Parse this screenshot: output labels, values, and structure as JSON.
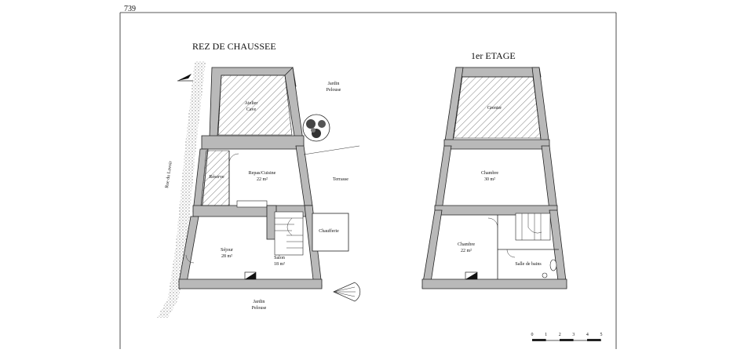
{
  "sheet": {
    "number": "739"
  },
  "ground_floor": {
    "title": "REZ DE CHAUSSEE",
    "rooms": {
      "atelier": {
        "line1": "Atelier",
        "line2": "Cave"
      },
      "reserve": {
        "line1": "Réserve"
      },
      "repas": {
        "line1": "Repas/Cuisine",
        "line2": "22 m²"
      },
      "sejour": {
        "line1": "Séjour",
        "line2": "28 m²"
      },
      "salon": {
        "line1": "Salon",
        "line2": "18 m²"
      },
      "chaufferie": {
        "line1": "Chaufferie"
      }
    },
    "outside": {
      "jardin_top": {
        "line1": "Jardin",
        "line2": "Pelouse"
      },
      "terrasse": "Terrasse",
      "jardin_bottom": {
        "line1": "Jardin",
        "line2": "Pelouse"
      },
      "street": "Rue du Lavoir"
    }
  },
  "first_floor": {
    "title": "1er ETAGE",
    "rooms": {
      "grenier": {
        "line1": "Grenier"
      },
      "chambre1": {
        "line1": "Chambre",
        "line2": "30 m²"
      },
      "chambre2": {
        "line1": "Chambre",
        "line2": "22 m²"
      },
      "sdb": {
        "line1": "Salle de bains"
      }
    }
  },
  "scale_bar": {
    "ticks": [
      "0",
      "1",
      "2",
      "3",
      "4",
      "5"
    ]
  },
  "colors": {
    "wall": "#b9b9b9",
    "ink": "#222222"
  }
}
